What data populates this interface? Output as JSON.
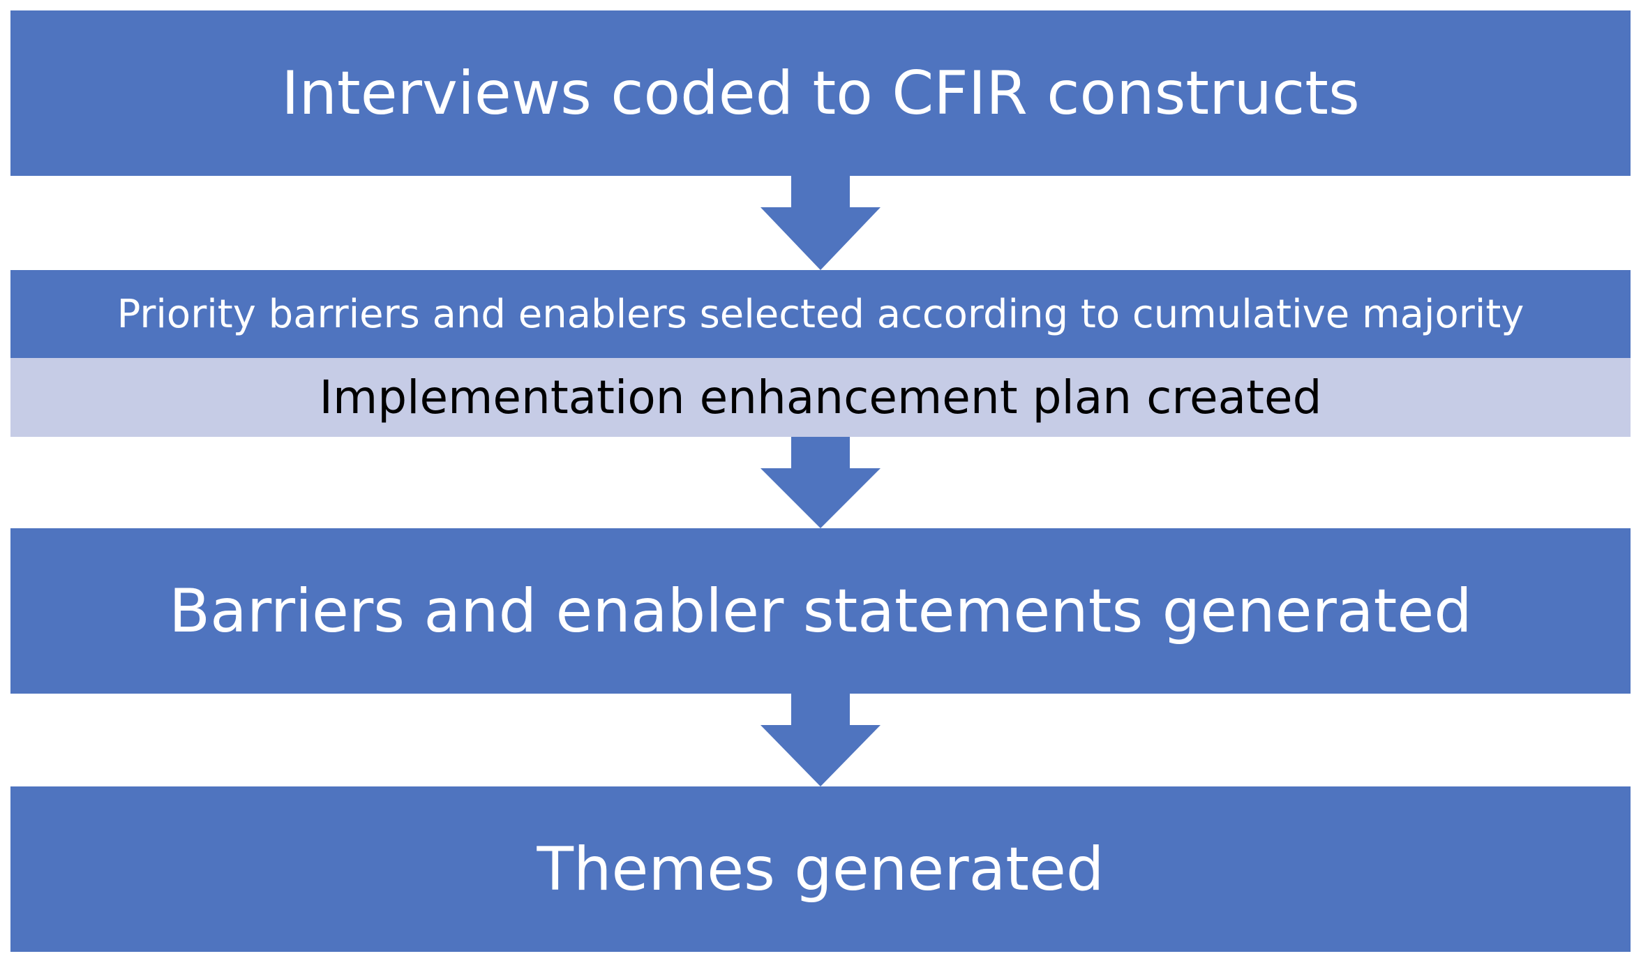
{
  "steps": {
    "step1": "Interviews coded to CFIR constructs",
    "step2": "Priority barriers and enablers selected according to cumulative majority",
    "step3": "Implementation enhancement plan created",
    "step4": "Barriers and enabler statements generated",
    "step5": "Themes generated"
  },
  "colors": {
    "box_fill": "#4f74bf",
    "highlight_fill": "#c6cce6",
    "arrow_fill": "#4f74bf"
  }
}
